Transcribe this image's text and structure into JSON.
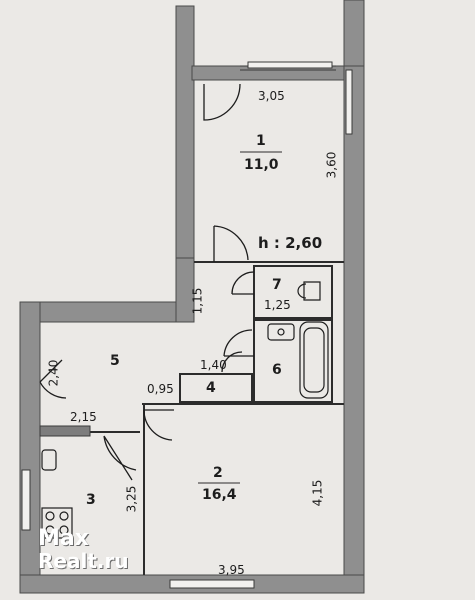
{
  "rooms": [
    {
      "number": "1",
      "area": "11,0"
    },
    {
      "number": "2",
      "area": "16,4"
    },
    {
      "number": "3"
    },
    {
      "number": "4"
    },
    {
      "number": "5"
    },
    {
      "number": "6"
    },
    {
      "number": "7"
    }
  ],
  "ceiling_height": "h : 2,60",
  "dimensions": {
    "room1_width": "3,05",
    "room1_length": "3,60",
    "corridor_width": "1,15",
    "wc_width": "1,25",
    "closet_width": "1,40",
    "closet_depth": "0,95",
    "hall_length": "2,40",
    "hall_width": "2,15",
    "kitchen_length": "3,25",
    "room2_length": "4,15",
    "room2_width": "3,95"
  },
  "watermark": {
    "line1": "Max",
    "line2": "Realt.ru"
  }
}
